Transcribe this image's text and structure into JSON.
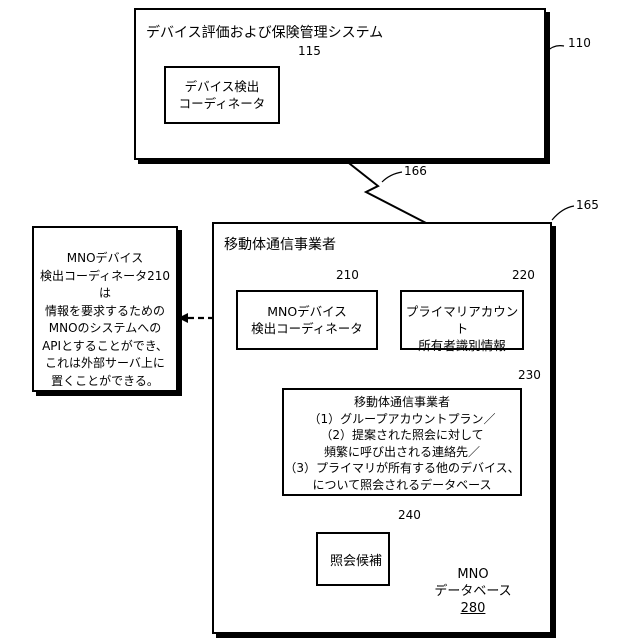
{
  "system_box": {
    "title": "デバイス評価および保険管理システム",
    "ref": "110",
    "coordinator": {
      "lines": [
        "デバイス検出",
        "コーディネータ"
      ],
      "ref": "115"
    }
  },
  "link_ref": "166",
  "mno_box": {
    "title": "移動体通信事業者",
    "ref": "165",
    "coordinator": {
      "lines": [
        "MNOデバイス",
        "検出コーディネータ"
      ],
      "ref": "210"
    },
    "primary_owner": {
      "lines": [
        "プライマリアカウント",
        "所有者識別情報"
      ],
      "ref": "220"
    },
    "carrier_db_desc": {
      "ref": "230",
      "lines": [
        "移動体通信事業者",
        "（1）グループアカウントプラン／",
        "（2）提案された照会に対して",
        "頻繁に呼び出される連絡先／",
        "（3）プライマリが所有する他のデバイス、",
        "について照会されるデータベース"
      ]
    },
    "candidates": {
      "label": "照会候補",
      "ref": "240"
    },
    "database": {
      "lines": [
        "MNO",
        "データベース"
      ],
      "ref": "280"
    }
  },
  "note": {
    "lines": [
      "MNOデバイス",
      "検出コーディネータ210は",
      "情報を要求するための",
      "MNOのシステムへの",
      "APIとすることができ、",
      "これは外部サーバ上に",
      "置くことができる。"
    ]
  }
}
